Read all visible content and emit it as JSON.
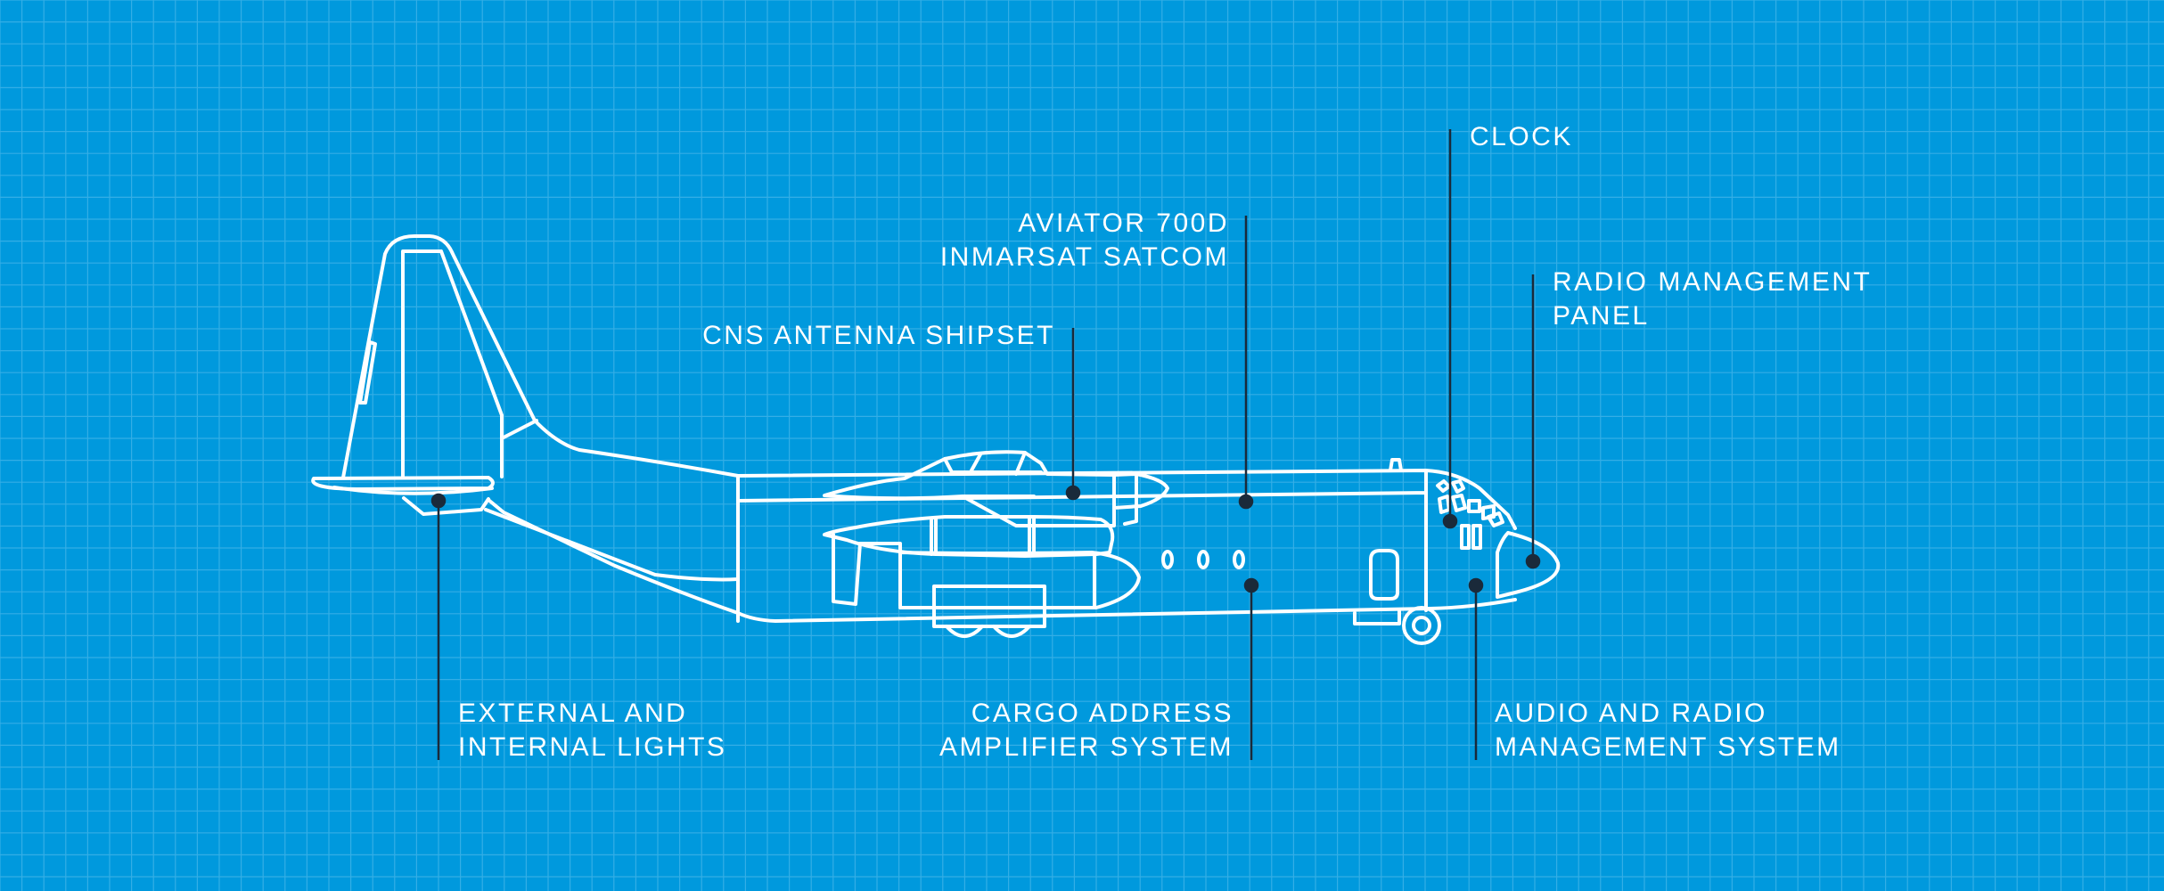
{
  "colors": {
    "background": "#0099dd",
    "grid": "#34aee6",
    "outline": "#ffffff",
    "leader": "#1a2a3a",
    "text": "#ffffff"
  },
  "callouts": {
    "clock": {
      "lines": [
        "CLOCK"
      ]
    },
    "satcom": {
      "lines": [
        "AVIATOR 700D",
        "INMARSAT SATCOM"
      ]
    },
    "radio_panel": {
      "lines": [
        "RADIO MANAGEMENT",
        "PANEL"
      ]
    },
    "cns_antenna": {
      "lines": [
        "CNS ANTENNA SHIPSET"
      ]
    },
    "lights": {
      "lines": [
        "EXTERNAL AND",
        "INTERNAL LIGHTS"
      ]
    },
    "cargo_address": {
      "lines": [
        "CARGO ADDRESS",
        "AMPLIFIER SYSTEM"
      ]
    },
    "audio_radio": {
      "lines": [
        "AUDIO AND RADIO",
        "MANAGEMENT SYSTEM"
      ]
    }
  }
}
